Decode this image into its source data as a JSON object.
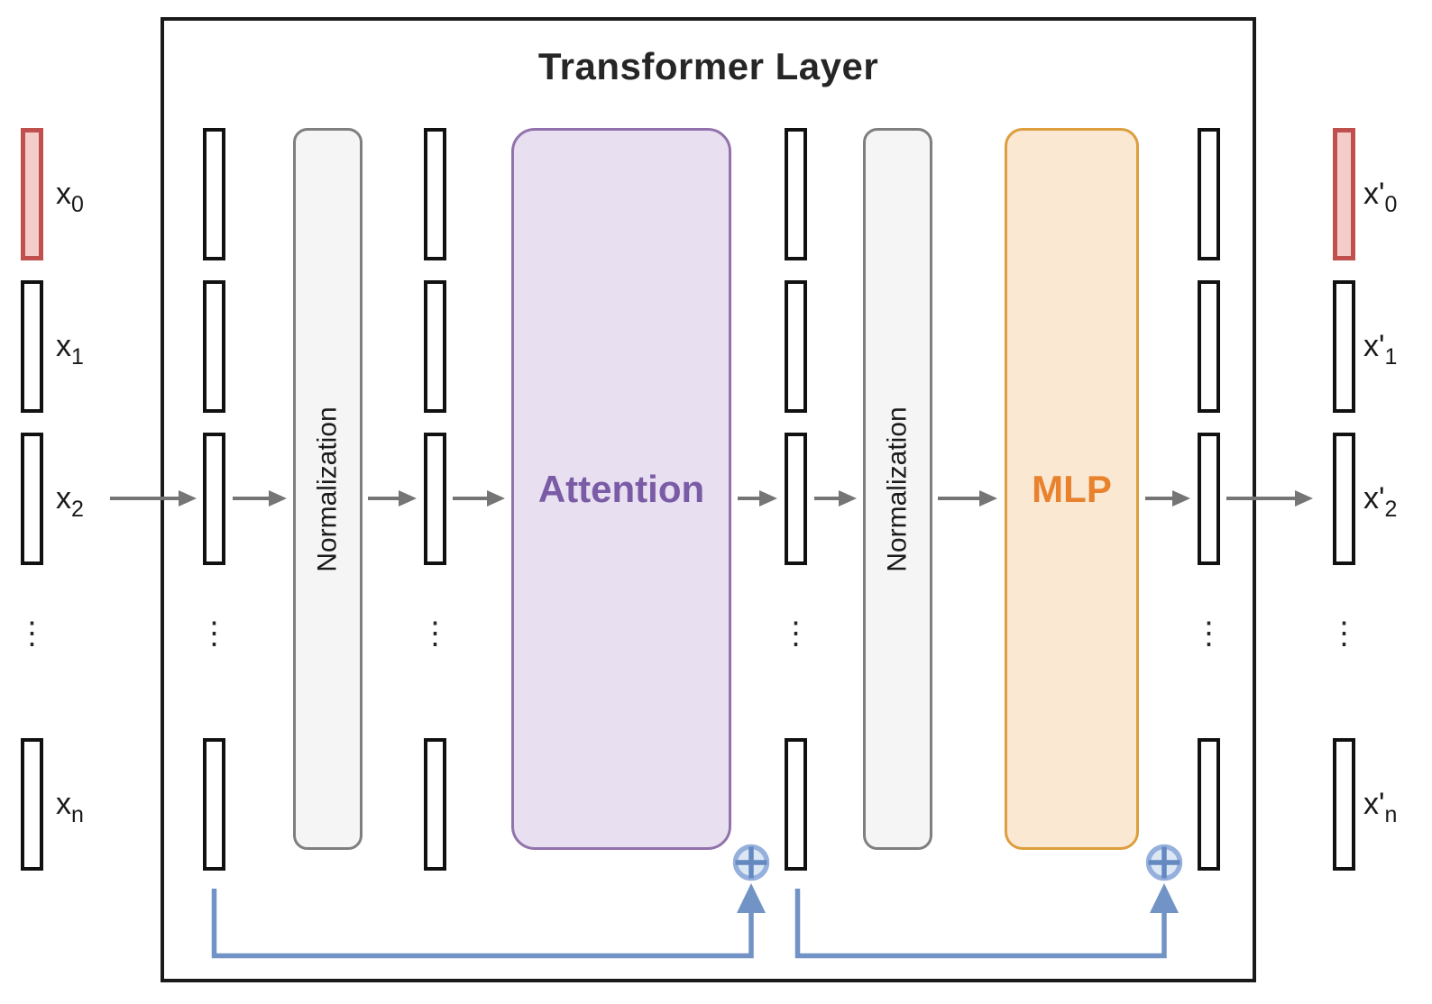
{
  "title": "Transformer Layer",
  "blocks": {
    "norm1": "Normalization",
    "attention": "Attention",
    "norm2": "Normalization",
    "mlp": "MLP"
  },
  "inputs": [
    {
      "base": "x",
      "sub": "0"
    },
    {
      "base": "x",
      "sub": "1"
    },
    {
      "base": "x",
      "sub": "2"
    },
    {
      "base": "x",
      "sub": "n"
    }
  ],
  "outputs": [
    {
      "base": "x'",
      "sub": "0"
    },
    {
      "base": "x'",
      "sub": "1"
    },
    {
      "base": "x'",
      "sub": "2"
    },
    {
      "base": "x'",
      "sub": "n"
    }
  ],
  "ellipsis": "⋮",
  "icons": {
    "residual_add": "circled-plus"
  },
  "colors": {
    "outer_border": "#1a1a1a",
    "token_border": "#111111",
    "highlight_token_border": "#c0504d",
    "highlight_token_fill": "#f4cdca",
    "norm_fill": "#f5f5f5",
    "norm_border": "#7f7f7f",
    "attention_fill": "#e8dff0",
    "attention_border": "#9272ac",
    "attention_text": "#7a5ba6",
    "mlp_fill": "#fae8d2",
    "mlp_border": "#dd9e3d",
    "mlp_text": "#e8822e",
    "flow_arrow": "#757575",
    "residual_line": "#7293c6",
    "plus_fill": "#dce7f5",
    "plus_ring": "#95b0dc",
    "plus_cross": "#6488c0"
  }
}
